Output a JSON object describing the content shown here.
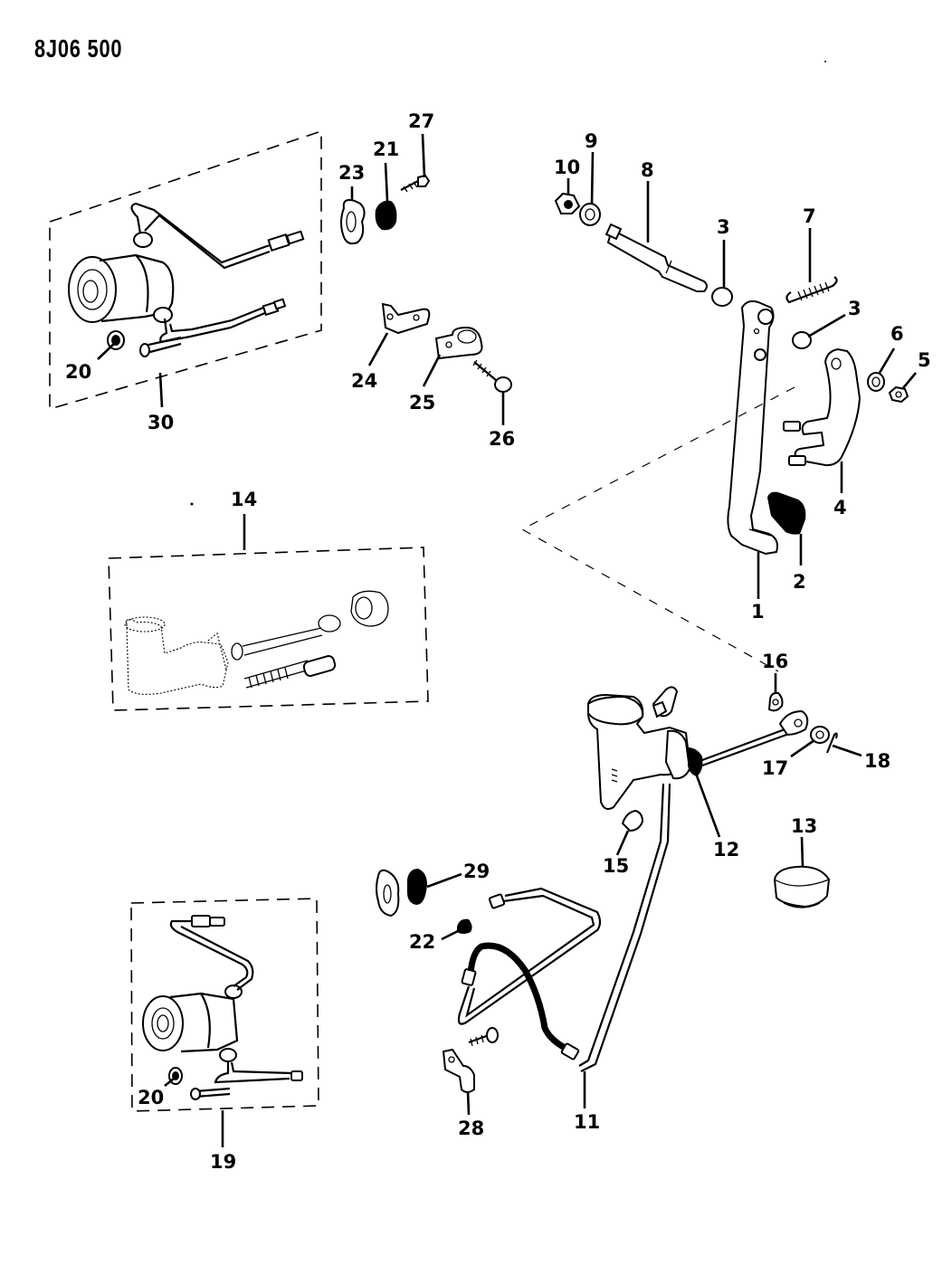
{
  "document": {
    "code": "8J06 500",
    "type": "exploded-parts-diagram",
    "subject": "clutch pedal and hydraulic linkage"
  },
  "callouts": {
    "c1": "1",
    "c2": "2",
    "c3a": "3",
    "c3b": "3",
    "c4": "4",
    "c5": "5",
    "c6": "6",
    "c7": "7",
    "c8": "8",
    "c9": "9",
    "c10": "10",
    "c11": "11",
    "c12": "12",
    "c13": "13",
    "c14": "14",
    "c15": "15",
    "c16": "16",
    "c17": "17",
    "c18": "18",
    "c19": "19",
    "c20a": "20",
    "c20b": "20",
    "c21": "21",
    "c22": "22",
    "c23": "23",
    "c24": "24",
    "c25": "25",
    "c26": "26",
    "c27": "27",
    "c28": "28",
    "c29": "29",
    "c30": "30"
  },
  "groups": [
    {
      "id": "30",
      "contains": [
        "20"
      ],
      "description": "slave cylinder assembly (upper)"
    },
    {
      "id": "19",
      "contains": [
        "20"
      ],
      "description": "slave cylinder assembly (lower)"
    },
    {
      "id": "14",
      "contains": [],
      "description": "master cylinder repair kit"
    }
  ]
}
